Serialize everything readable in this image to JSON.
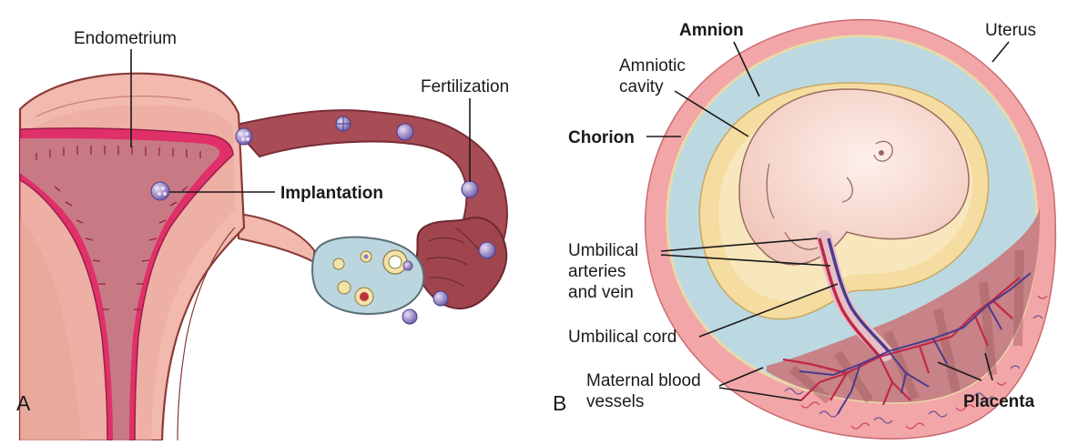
{
  "panel_a": {
    "letter": "A",
    "labels": {
      "endometrium": "Endometrium",
      "fertilization": "Fertilization",
      "implantation": "Implantation"
    }
  },
  "panel_b": {
    "letter": "B",
    "labels": {
      "amnion": "Amnion",
      "uterus": "Uterus",
      "amniotic_cavity": [
        "Amniotic",
        "cavity"
      ],
      "chorion": "Chorion",
      "umbilical_arteries_and_vein": [
        "Umbilical",
        "arteries",
        "and vein"
      ],
      "umbilical_cord": "Umbilical cord",
      "maternal_blood_vessels": [
        "Maternal blood",
        "vessels"
      ],
      "placenta": "Placenta"
    }
  },
  "colors": {
    "uterus_wall": "#f2b9ae",
    "uterus_outline": "#8a3b36",
    "endometrium": "#e0306a",
    "uterine_cavity": "#c77a84",
    "tube": "#9c4650",
    "ovary": "#bcd6df",
    "amniotic_fluid": "#bcd9e2",
    "amnion_layer": "#f5dca0",
    "embryo": "#f7d4cc",
    "placenta": "#c77e82",
    "artery": "#c02846",
    "vein": "#4a3c8c",
    "egg": "#8c7cc0"
  }
}
